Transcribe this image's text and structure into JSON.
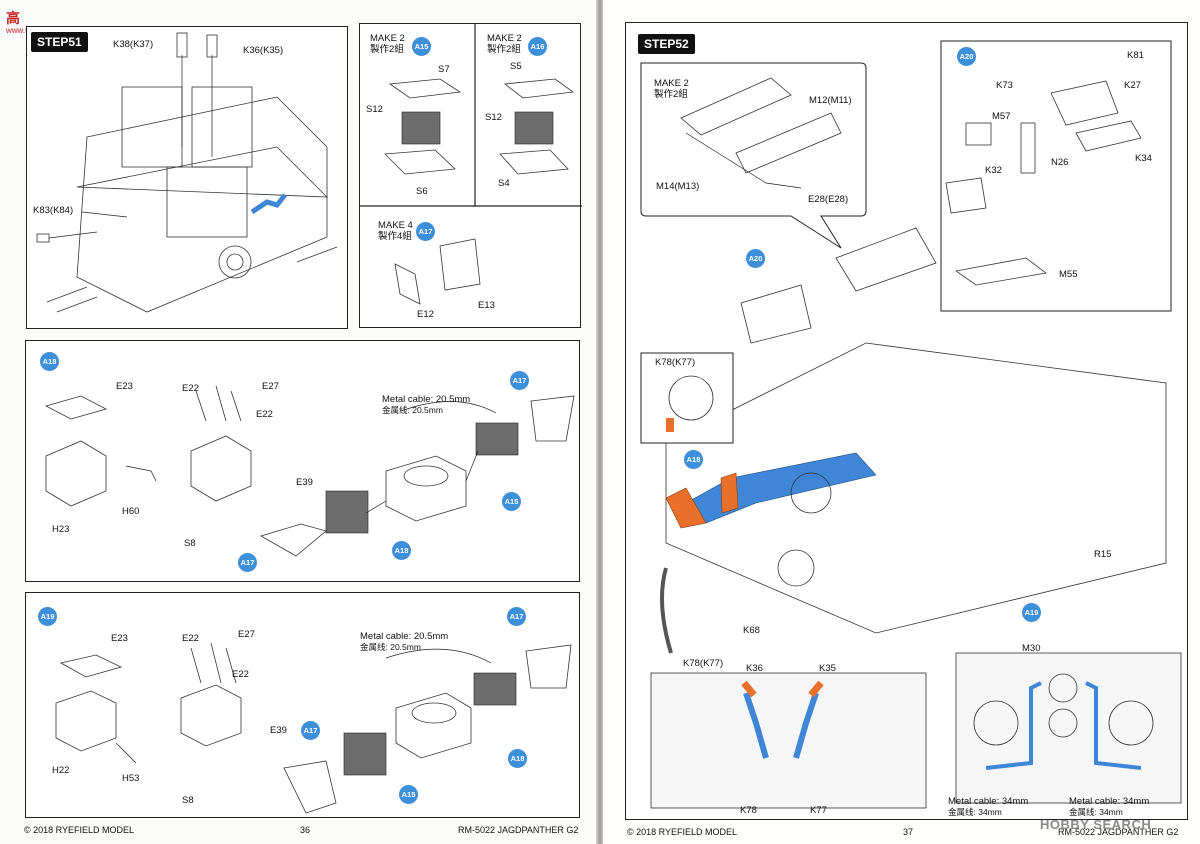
{
  "watermark_left": {
    "cn": "高",
    "site": "www.tbsun.com"
  },
  "watermark_right": "HOBBY SEARCH",
  "left_page": {
    "step51": {
      "title": "STEP51",
      "labels": {
        "k38": "K38(K37)",
        "k36": "K36(K35)",
        "k83": "K83(K84)"
      }
    },
    "a15_box": {
      "make": "MAKE 2",
      "make_cn": "製作2組",
      "badge": "A15",
      "s7": "S7",
      "s12": "S12",
      "s6": "S6"
    },
    "a16_box": {
      "make": "MAKE 2",
      "make_cn": "製作2組",
      "badge": "A16",
      "s5": "S5",
      "s12": "S12",
      "s4": "S4"
    },
    "a17_box": {
      "make": "MAKE 4",
      "make_cn": "製作4組",
      "badge": "A17",
      "e12": "E12",
      "e13": "E13"
    },
    "a18_box": {
      "badge": "A18",
      "labels": {
        "e23": "E23",
        "e22a": "E22",
        "e27": "E27",
        "e22b": "E22",
        "h60": "H60",
        "h23": "H23",
        "e39": "E39",
        "s8": "S8"
      },
      "cable": "Metal cable: 20.5mm",
      "cable_cn": "金属线: 20.5mm",
      "badges": {
        "a17_top": "A17",
        "a15": "A15",
        "a18": "A18",
        "a17_bottom": "A17"
      }
    },
    "a19_box": {
      "badge": "A19",
      "labels": {
        "e23": "E23",
        "e22a": "E22",
        "e27": "E27",
        "e22b": "E22",
        "h22": "H22",
        "h53": "H53",
        "e39": "E39",
        "s8": "S8"
      },
      "cable": "Metal cable: 20.5mm",
      "cable_cn": "金属线: 20.5mm",
      "badges": {
        "a17_top": "A17",
        "a17_left": "A17",
        "a15": "A15",
        "a18": "A18"
      }
    },
    "footer": {
      "copyright": "© 2018 RYEFIELD MODEL",
      "page": "36",
      "product": "RM-5022 JAGDPANTHER G2"
    }
  },
  "right_page": {
    "step52": {
      "title": "STEP52",
      "make": "MAKE 2",
      "make_cn": "製作2組",
      "labels": {
        "m12": "M12(M11)",
        "m14": "M14(M13)",
        "e28": "E28(E28)",
        "k78_top": "K78(K77)",
        "k68": "K68",
        "k78_bottom": "K78(K77)",
        "r15": "R15"
      },
      "badges": {
        "a20": "A20",
        "a18": "A18",
        "a19": "A19"
      }
    },
    "a20_box": {
      "badge": "A20",
      "labels": {
        "k81": "K81",
        "k73": "K73",
        "k27": "K27",
        "m57": "M57",
        "k34": "K34",
        "n26": "N26",
        "k32": "K32",
        "m55": "M55"
      }
    },
    "bottom_left": {
      "k36": "K36",
      "k35": "K35",
      "k78": "K78",
      "k77": "K77"
    },
    "bottom_right": {
      "m30": "M30",
      "cable_l": "Metal cable: 34mm",
      "cable_l_cn": "金属线: 34mm",
      "cable_r": "Metal cable: 34mm",
      "cable_r_cn": "金属线: 34mm"
    },
    "footer": {
      "copyright": "© 2018 RYEFIELD MODEL",
      "page": "37",
      "product": "RM-5022 JAGDPANTHER G2"
    }
  },
  "colors": {
    "badge": "#3d8fd9",
    "highlight_blue": "#3f86d6",
    "highlight_orange": "#e8702a",
    "frame": "#222222"
  }
}
